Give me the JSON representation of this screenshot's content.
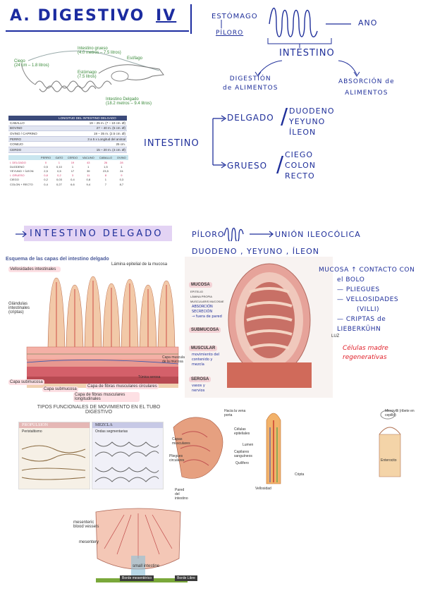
{
  "title": "A. DIGESTIVO",
  "title_numeral": "IV",
  "top_flow": {
    "estomago": "ESTÓMAGO",
    "piloro": "PÍLORO",
    "ano": "ANO",
    "intestino": "INTESTINO",
    "digestion": [
      "DIGESTIÓN",
      "de ALIMENTOS"
    ],
    "absorcion": [
      "ABSORCIÓN de",
      "ALIMENTOS"
    ]
  },
  "tree": {
    "root": "INTESTINO",
    "delgado": "DELGADO",
    "delgado_parts": [
      "DUODENO",
      "YEYUNO",
      "ÍLEON"
    ],
    "grueso": "GRUESO",
    "grueso_parts": [
      "CIEGO",
      "COLON",
      "RECTO"
    ]
  },
  "rat_figure": {
    "ciego": "Ciego\n(24 cm – 1.8 litros)",
    "grueso": "Intestino grueso\n(4.0 metros – 7.5 litros)",
    "esofago": "Esófago",
    "estomago": "Estómago\n(7.5 litros)",
    "delgado": "Intestino Delgado\n(18.2 metros – 9.4 litros)"
  },
  "length_table": {
    "header": "LONGITUD DEL INTESTINO DELGADO",
    "rows": [
      [
        "CABALLO",
        "19 – 25 m. (7 – 10 cm. Ø)"
      ],
      [
        "BOVINO",
        "27 – 40 m. (5 cm. Ø)"
      ],
      [
        "OVINO / CAPRINO",
        "19 – 35 m. (2.5 cm. Ø)"
      ],
      [
        "PERRO",
        "3 a 5 x Longitud del animal"
      ],
      [
        "CONEJO",
        "25 cm."
      ],
      [
        "CERDO",
        "15 – 20 m. (4 cm. Ø)"
      ]
    ]
  },
  "percent_table": {
    "headers": [
      "",
      "PERRO",
      "GATO",
      "CERDO",
      "VACUNO",
      "CABALLO",
      "OVINO"
    ],
    "rows": [
      [
        "I. DELGADO",
        "0",
        "1",
        "19",
        "43",
        "26",
        "28"
      ],
      [
        "DUODENO",
        "0,5",
        "0,10",
        "1",
        "1",
        "1,5",
        "1"
      ],
      [
        "YEYUNO + ÍLEON",
        "2,5",
        "0,5",
        "17",
        "39",
        "23,5",
        "24"
      ],
      [
        "I. GRUESO",
        "0,8",
        "0,2",
        "3",
        "11",
        "8",
        "9"
      ],
      [
        "CIEGO",
        "0,2",
        "0,03",
        "0,4",
        "0,8",
        "1",
        "0,3"
      ],
      [
        "COLON + RECTO",
        "0,4",
        "0,27",
        "6,6",
        "9,4",
        "7",
        "8,7"
      ]
    ]
  },
  "section2": {
    "heading": "INTESTINO DELGADO",
    "piloro": "PÍLORO",
    "union": "UNIÓN ILEOCÓLICA",
    "parts": "DUODENO , YEYUNO , ÍLEON"
  },
  "layers_figure": {
    "title": "Esquema de las capas del intestino delgado",
    "labels": {
      "vellosidades": "Vellosidades intestinales",
      "lamina": "Lámina epitelial de la mucosa",
      "glandulas": "Glándulas intestinales (criptas)",
      "muscular_mucosa": "Capa muscular de la mucosa",
      "submucosa_capa": "Capa submucosa",
      "tunica": "Túnica serosa",
      "submucosa": "Capa submucosa",
      "circular": "Capa de fibras musculares circulares",
      "longitudinal": "Capa de fibras musculares longitudinales"
    }
  },
  "cross_figure": {
    "mucosa": "MUCOSA",
    "mucosa_sub": [
      "EPITELIO",
      "LÁMINA PROPIA",
      "MUSCULARIS MUCOSAE"
    ],
    "note1": [
      "ABSORCIÓN",
      "SECRECIÓN",
      "→ fuera de pared"
    ],
    "submucosa": "SUBMUCOSA",
    "muscular": "MUSCULAR",
    "muscular_note": [
      "movimiento del",
      "contenido y",
      "mezcla"
    ],
    "serosa": "SEROSA",
    "serosa_note": [
      "vasos y",
      "nervios"
    ],
    "luz": "LUZ"
  },
  "mucosa_notes": {
    "line1": "MUCOSA ↑ CONTACTO CON",
    "line2": "el BOLO",
    "items": [
      "— PLIEGUES",
      "— VELLOSIDADES",
      "(VILLI)",
      "— CRIPTAS de",
      "LIEBERKÜHN"
    ],
    "red": [
      "Células madre",
      "regenerativas"
    ]
  },
  "movement_figure": {
    "title": "TIPOS FUNCIONALES DE MOVIMIENTO EN EL TUBO DIGESTIVO",
    "propulsion": "PROPULSION",
    "peristaltismo": "Peristaltismo",
    "mezcla": "MEZCLA",
    "ondas": "Ondas segmentarias"
  },
  "villus_figure": {
    "labels": [
      "Hacia la vena porta",
      "Células epiteliales",
      "Lumen",
      "Capilares sanguíneos",
      "Quilífero",
      "Capas musculares",
      "Pliegues circulares",
      "Pared del intestino",
      "Vellosidad",
      "Cripta",
      "Microvilli (ribete en cepillo)",
      "Enterocito"
    ]
  },
  "mesentery_figure": {
    "labels": [
      "mesenteric blood vessels",
      "mesentery",
      "small intestine"
    ],
    "borde_mes": "Borde mesentérico",
    "borde_libre": "Borde Libre"
  }
}
